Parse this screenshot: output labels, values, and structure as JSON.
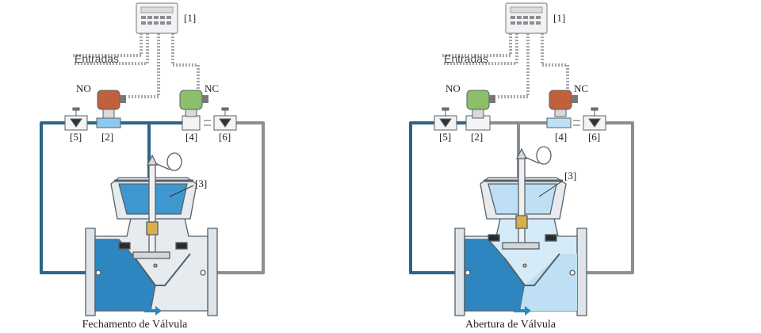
{
  "colors": {
    "water_dark": "#2e86c1",
    "water_light": "#bfe0f4",
    "pipe_dark": "#2a6688",
    "pipe_gray": "#8a8f94",
    "body_gray": "#e6ebef",
    "outline": "#56606a",
    "solenoid_red": "#c0603c",
    "solenoid_green": "#8cbf6a",
    "brass": "#d8b04a"
  },
  "diagrams": [
    {
      "caption": "Fechamento de Válvula",
      "controller_label": "[1]",
      "inputs_label": "Entradas",
      "no_label": "NO",
      "nc_label": "NC",
      "labels": {
        "l5": "[5]",
        "l2": "[2]",
        "l4": "[4]",
        "l6": "[6]",
        "l3": "[3]"
      },
      "state": "closing"
    },
    {
      "caption": "Abertura de Válvula",
      "controller_label": "[1]",
      "inputs_label": "Entradas",
      "no_label": "NO",
      "nc_label": "NC",
      "labels": {
        "l5": "[5]",
        "l2": "[2]",
        "l4": "[4]",
        "l6": "[6]",
        "l3": "[3]"
      },
      "state": "opening"
    }
  ]
}
